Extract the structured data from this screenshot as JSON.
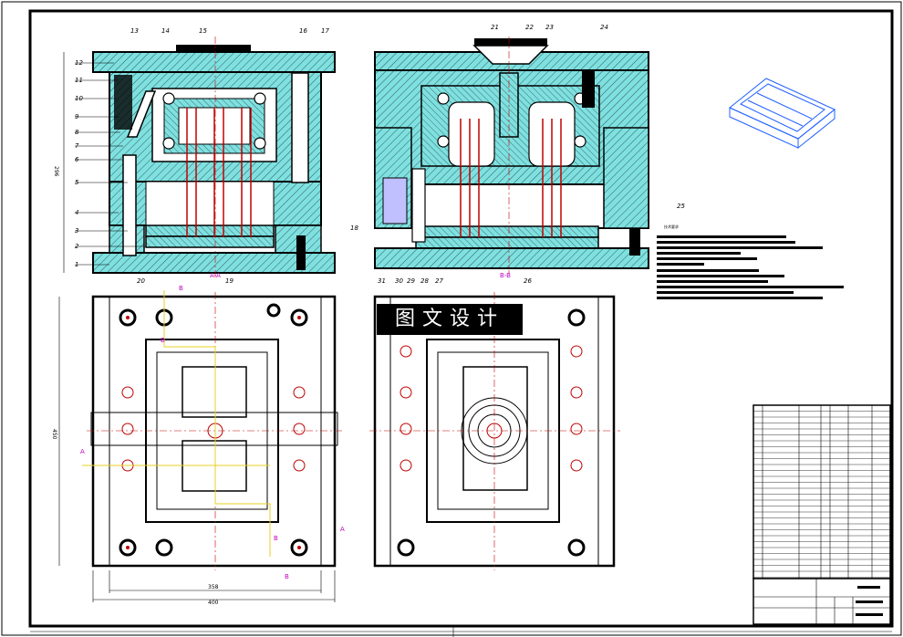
{
  "watermark": "图文设计",
  "left_section": {
    "part_numbers": [
      "12",
      "11",
      "10",
      "9",
      "8",
      "7",
      "6",
      "5",
      "4",
      "3",
      "2",
      "1"
    ],
    "top_numbers": [
      "13",
      "14",
      "15",
      "16",
      "17"
    ],
    "right_number": "18",
    "bottom_numbers": [
      "20",
      "A-A",
      "19"
    ],
    "height_dim": "296"
  },
  "right_section": {
    "top_numbers": [
      "21",
      "22",
      "23",
      "24"
    ],
    "side_number": "25",
    "bottom_numbers": [
      "31",
      "30",
      "29",
      "28",
      "27",
      "B-B",
      "26"
    ]
  },
  "plan_view": {
    "width_dim_inner": "358",
    "width_dim_outer": "400",
    "height_dim": "450",
    "section_marks": [
      "B",
      "B",
      "A",
      "A",
      "B",
      "B"
    ]
  },
  "notes": {
    "heading": "技术要求"
  },
  "colors": {
    "cyan": "#7fe0e0",
    "red": "#c00000",
    "yellow": "#e8d020",
    "magenta": "#c000c0",
    "blue": "#2060ff"
  }
}
